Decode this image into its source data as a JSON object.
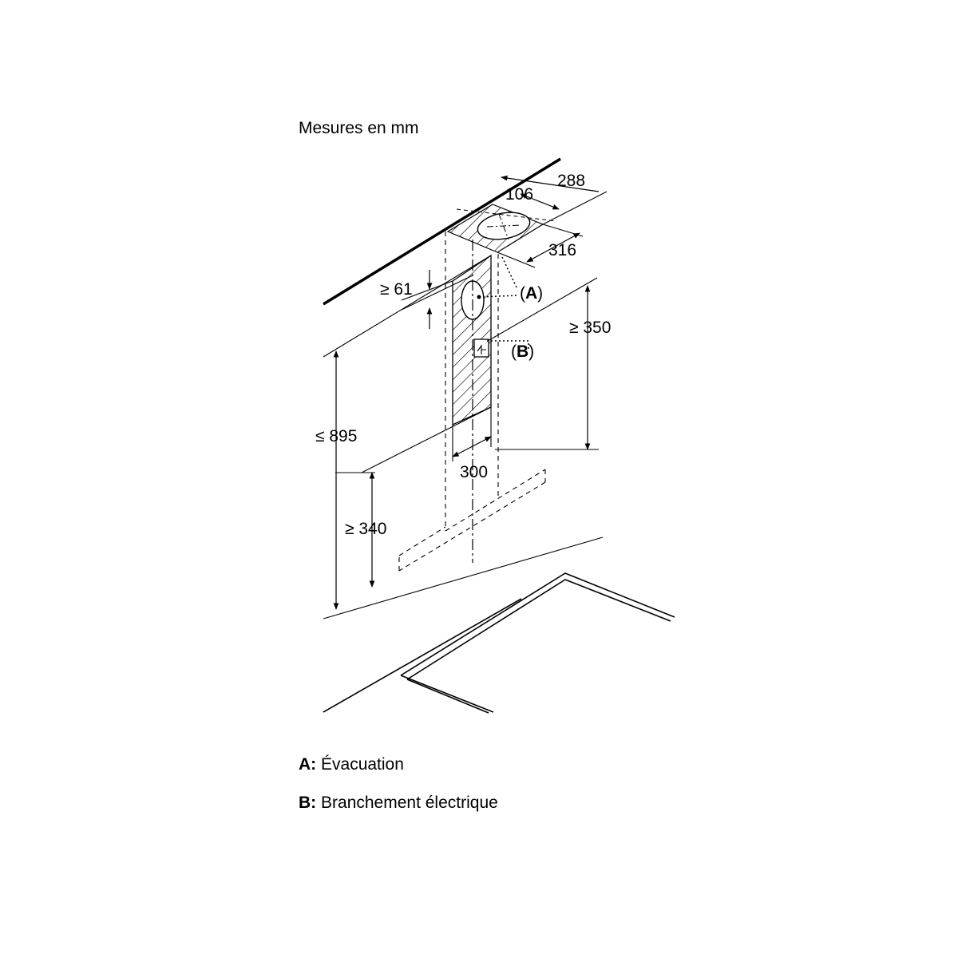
{
  "title": "Mesures en mm",
  "dimensions": {
    "d288": "288",
    "d106": "106",
    "d316": "316",
    "d61": "≥ 61",
    "d350": "≥ 350",
    "d895": "≤ 895",
    "d300": "300",
    "d340": "≥ 340"
  },
  "markers": {
    "a_open": "(",
    "a_letter": "A",
    "a_close": ")",
    "b_open": "(",
    "b_letter": "B",
    "b_close": ")"
  },
  "legend": [
    {
      "key": "A:",
      "text": "Évacuation"
    },
    {
      "key": "B:",
      "text": "Branchement électrique"
    }
  ]
}
